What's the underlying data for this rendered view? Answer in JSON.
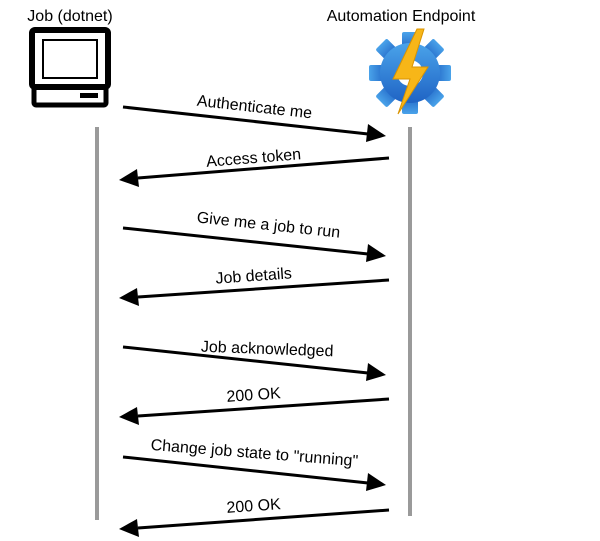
{
  "participants": [
    {
      "id": "job",
      "label": "Job (dotnet)",
      "icon": "computer-icon"
    },
    {
      "id": "endpoint",
      "label": "Automation Endpoint",
      "icon": "azure-automation-icon"
    }
  ],
  "messages": [
    {
      "label": "Authenticate me",
      "direction": "right"
    },
    {
      "label": "Access token",
      "direction": "left"
    },
    {
      "label": "Give me a job to run",
      "direction": "right"
    },
    {
      "label": "Job details",
      "direction": "left"
    },
    {
      "label": "Job acknowledged",
      "direction": "right"
    },
    {
      "label": "200 OK",
      "direction": "left"
    },
    {
      "label": "Change job state to \"running\"",
      "direction": "right"
    },
    {
      "label": "200 OK",
      "direction": "left"
    }
  ],
  "colors": {
    "lifeline": "#9a9a9a",
    "arrow": "#000000",
    "gear_blue": "#2f7bd6",
    "bolt_yellow": "#f7b618"
  }
}
